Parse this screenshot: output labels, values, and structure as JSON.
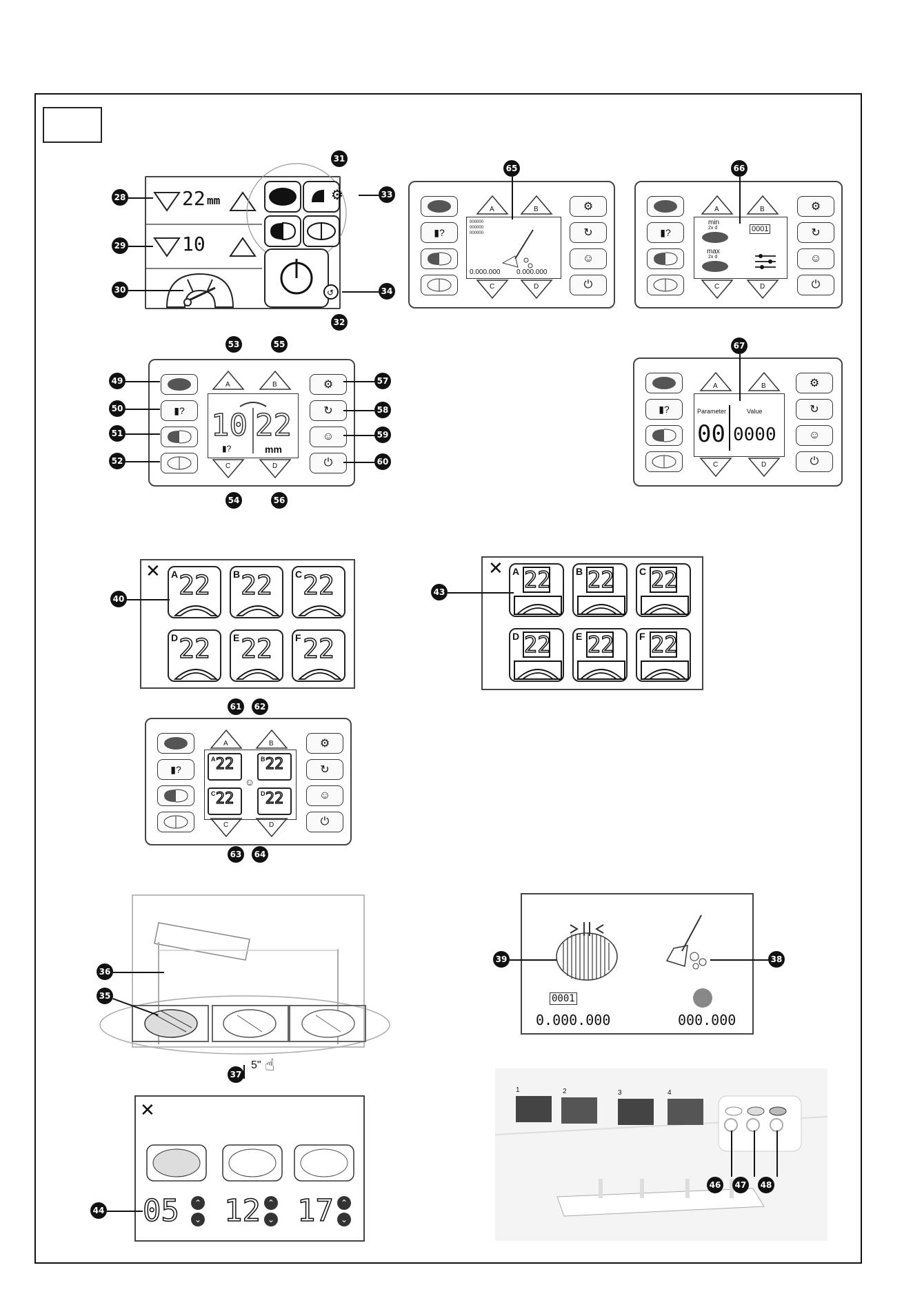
{
  "callouts": {
    "c28": "28",
    "c29": "29",
    "c30": "30",
    "c31": "31",
    "c32": "32",
    "c33": "33",
    "c34": "34",
    "c35": "35",
    "c36": "36",
    "c37": "37",
    "c38": "38",
    "c39": "39",
    "c40": "40",
    "c43": "43",
    "c44": "44",
    "c46": "46",
    "c47": "47",
    "c48": "48",
    "c49": "49",
    "c50": "50",
    "c51": "51",
    "c52": "52",
    "c53": "53",
    "c54": "54",
    "c55": "55",
    "c56": "56",
    "c57": "57",
    "c58": "58",
    "c59": "59",
    "c60": "60",
    "c61": "61",
    "c62": "62",
    "c63": "63",
    "c64": "64",
    "c65": "65",
    "c66": "66",
    "c67": "67"
  },
  "main_screen": {
    "thickness": "22",
    "thickness_unit": "mm",
    "count": "10"
  },
  "letters": {
    "a": "A",
    "b": "B",
    "c": "C",
    "d": "D",
    "e": "E",
    "f": "F"
  },
  "clean_screen": {
    "codes": [
      "000000",
      "000000",
      "000000"
    ],
    "left_total": "0.000.000",
    "right_total": "0.000.000"
  },
  "minmax_screen": {
    "min_label": "min",
    "max_label": "max",
    "min_sub": "2x d",
    "max_sub": "2x d",
    "counter": "0001"
  },
  "dual_screen": {
    "count": "10",
    "thickness": "22",
    "unit": "mm"
  },
  "param_screen": {
    "parameter_label": "Parameter",
    "value_label": "Value",
    "parameter": "00",
    "value": "0000"
  },
  "preset_grid": {
    "value": "22"
  },
  "quad_screen": {
    "value": "22"
  },
  "counter_screen": {
    "counter": "0001",
    "left_total": "0.000.000",
    "right_total": "000.000"
  },
  "speed_screen": {
    "values": [
      "05",
      "12",
      "17"
    ]
  },
  "photo": {
    "steps": [
      "1",
      "2",
      "3",
      "4"
    ],
    "hand_label": "5\""
  }
}
